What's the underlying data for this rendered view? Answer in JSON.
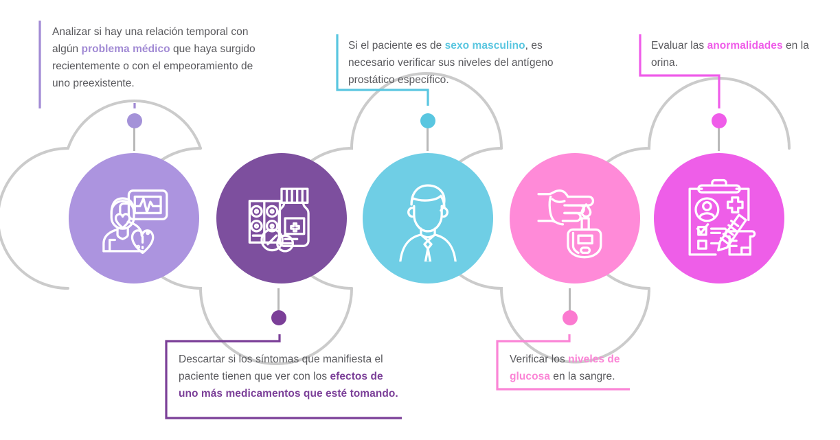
{
  "infographic": {
    "title_hidden": "",
    "background": "#ffffff",
    "rail_color": "#cbcbcb",
    "text_color": "#58585c"
  },
  "steps": [
    {
      "id": "step-1",
      "position": "top",
      "circle_color": "#ac94df",
      "accent_color": "#a18ad4",
      "dot_color": "#a492d8",
      "icon": "patient-heart-monitor-icon",
      "icon_label": "Paciente con monitor cardiaco",
      "text_parts": [
        {
          "text": "Analizar si hay una relación temporal con algún ",
          "bold": false
        },
        {
          "text": "problema médico",
          "bold": true
        },
        {
          "text": " que haya surgido recientemente o con el empeoramiento de uno preexistente.",
          "bold": false
        }
      ],
      "plain_text": "Analizar si hay una relación temporal con algún problema médico que haya surgido recientemente o con el empeoramiento de uno preexistente."
    },
    {
      "id": "step-2",
      "position": "bottom",
      "circle_color": "#7d4f9e",
      "accent_color": "#7b3f98",
      "dot_color": "#7b3f98",
      "icon": "medications-pills-icon",
      "icon_label": "Medicamentos, blíster y frasco de pastillas",
      "text_parts": [
        {
          "text": "Descartar si los síntomas que manifiesta el paciente tienen que ver con los ",
          "bold": false
        },
        {
          "text": "efectos de uno más medicamentos que esté tomando.",
          "bold": true
        }
      ],
      "plain_text": "Descartar si los síntomas que manifiesta el paciente tienen que ver con los efectos de uno más medicamentos que esté tomando."
    },
    {
      "id": "step-3",
      "position": "top",
      "circle_color": "#6fcee5",
      "accent_color": "#59c6e0",
      "dot_color": "#59c6e0",
      "icon": "male-patient-icon",
      "icon_label": "Hombre de traje y corbata",
      "text_parts": [
        {
          "text": "Si el paciente es de ",
          "bold": false
        },
        {
          "text": "sexo masculino",
          "bold": true
        },
        {
          "text": ", es necesario verificar sus niveles del antígeno prostático específico.",
          "bold": false
        }
      ],
      "plain_text": "Si el paciente es de sexo masculino, es necesario verificar sus niveles del antígeno prostático específico."
    },
    {
      "id": "step-4",
      "position": "bottom",
      "circle_color": "#ff8ad8",
      "accent_color": "#fb85d6",
      "dot_color": "#fb7ad0",
      "icon": "glucometer-hand-icon",
      "icon_label": "Mano con gota de sangre y glucómetro",
      "text_parts": [
        {
          "text": "Verificar los ",
          "bold": false
        },
        {
          "text": "niveles de glucosa",
          "bold": true
        },
        {
          "text": " en la sangre.",
          "bold": false
        }
      ],
      "plain_text": "Verificar los niveles de glucosa en la sangre."
    },
    {
      "id": "step-5",
      "position": "top",
      "circle_color": "#ee5ee8",
      "accent_color": "#ef5ce9",
      "dot_color": "#ef5ce9",
      "icon": "clipboard-urine-sample-icon",
      "icon_label": "Expediente clínico con muestra de orina",
      "text_parts": [
        {
          "text": "Evaluar las ",
          "bold": false
        },
        {
          "text": "anormalidades",
          "bold": true
        },
        {
          "text": " en la orina.",
          "bold": false
        }
      ],
      "plain_text": "Evaluar las anormalidades en la orina."
    }
  ]
}
